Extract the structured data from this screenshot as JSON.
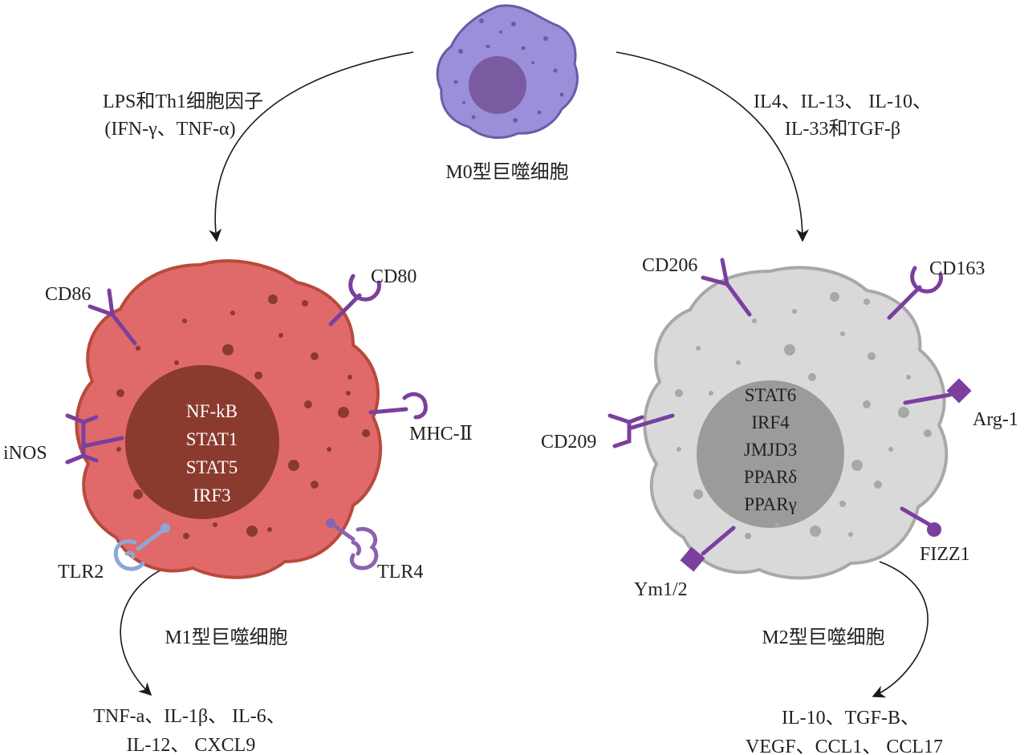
{
  "m0": {
    "title": "M0型巨噬细胞",
    "color_body": "#9b8fd9",
    "color_border": "#6d5aa8",
    "color_nucleus": "#7a5aa0"
  },
  "m1_stimulus": {
    "line1": "LPS和Th1细胞因子",
    "line2": "(IFN-γ、TNF-α)"
  },
  "m2_stimulus": {
    "line1": "IL4、IL-13、 IL-10、",
    "line2": "IL-33和TGF-β"
  },
  "m1": {
    "title": "M1型巨噬细胞",
    "color_body": "#e06a6a",
    "color_border": "#b84a3c",
    "color_nucleus": "#8b3a2e",
    "nucleus_factors": [
      "NF-kB",
      "STAT1",
      "STAT5",
      "IRF3"
    ],
    "receptors": {
      "cd86": "CD86",
      "cd80": "CD80",
      "mhc2": "MHC-Ⅱ",
      "inos": "iNOS",
      "tlr2": "TLR2",
      "tlr4": "TLR4"
    },
    "outputs": {
      "line1": "TNF-a、IL-1β、 IL-6、",
      "line2": "IL-12、 CXCL9"
    }
  },
  "m2": {
    "title": "M2型巨噬细胞",
    "color_body": "#d9d9d9",
    "color_border": "#a8a8a8",
    "color_nucleus": "#9b9b9b",
    "nucleus_factors": [
      "STAT6",
      "IRF4",
      "JMJD3",
      "PPARδ",
      "PPARγ"
    ],
    "receptors": {
      "cd206": "CD206",
      "cd163": "CD163",
      "arg1": "Arg-1",
      "cd209": "CD209",
      "ym12": "Ym1/2",
      "fizz1": "FIZZ1"
    },
    "outputs": {
      "line1": "IL-10、TGF-B、",
      "line2": "VEGF、CCL1、 CCL17"
    }
  },
  "colors": {
    "receptor_purple": "#7b3f9e",
    "tlr2_blue": "#8ea6d6",
    "tlr4_purple": "#8b62b0"
  }
}
